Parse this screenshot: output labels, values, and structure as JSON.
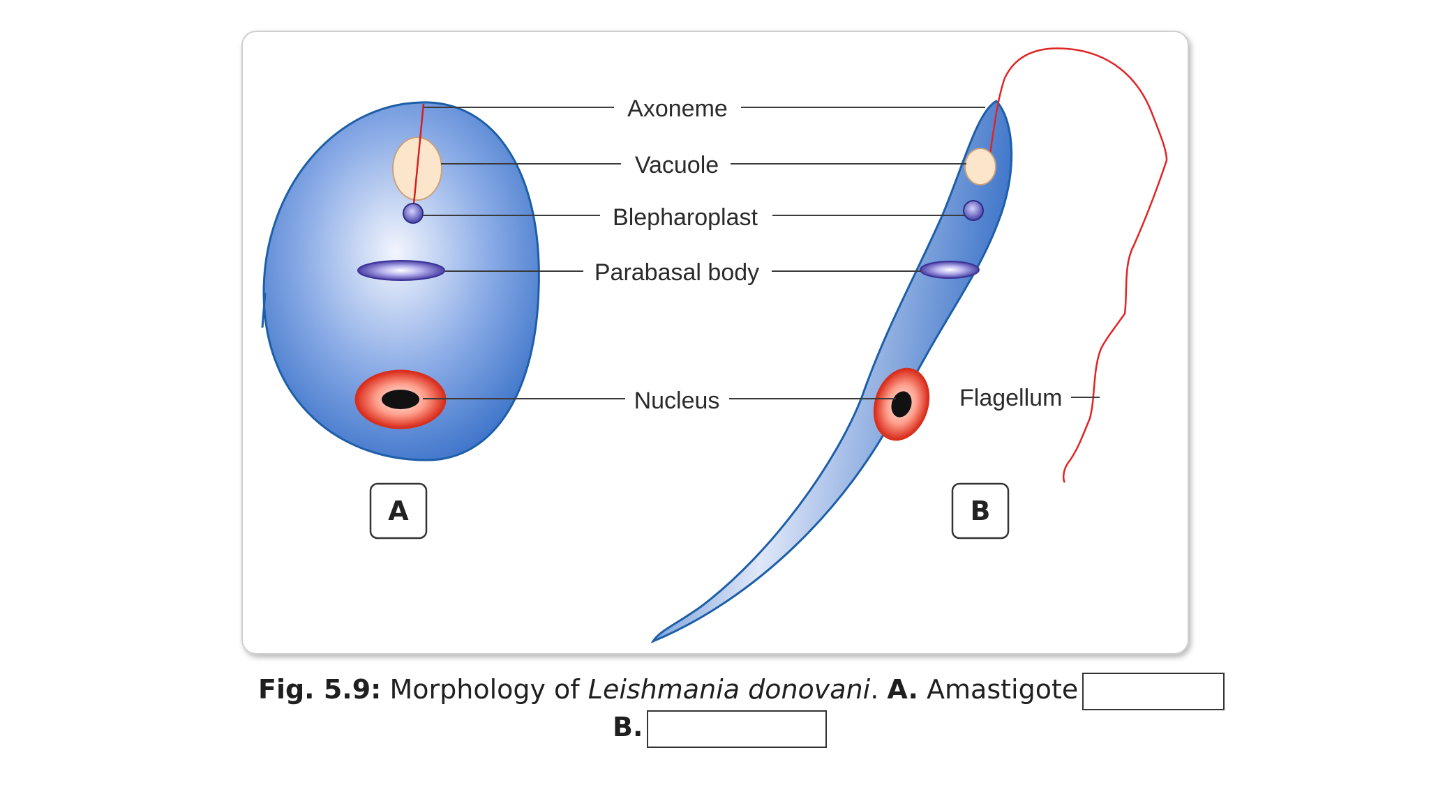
{
  "labels": {
    "axoneme": "Axoneme",
    "vacuole": "Vacuole",
    "blepharoplast": "Blepharoplast",
    "parabasal_body": "Parabasal body",
    "nucleus": "Nucleus",
    "flagellum": "Flagellum"
  },
  "badges": {
    "a": "A",
    "b": "B"
  },
  "caption": {
    "fig_number": "Fig. 5.9:",
    "title_prefix": " Morphology of ",
    "species": "Leishmania donovani",
    "after_species": ". ",
    "a_label": "A.",
    "a_text": " Amastigote",
    "b_label": "B."
  },
  "colors": {
    "cell_blue": "#3d74c9",
    "cell_light": "#eef2fc",
    "flagellum_red": "#e02424",
    "nucleus_red": "#e23a22",
    "vacuole": "#fbe6cc",
    "organelle_purple": "#5a55b8"
  }
}
